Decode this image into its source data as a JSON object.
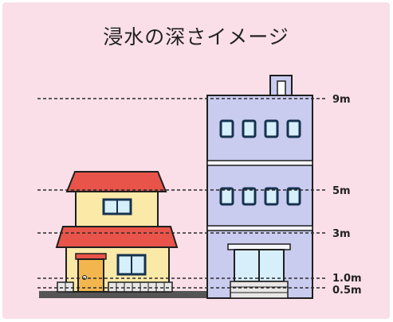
{
  "title": "浸水の深さイメージ",
  "levels": [
    {
      "label": "9m",
      "depth_m": 9
    },
    {
      "label": "5m",
      "depth_m": 5
    },
    {
      "label": "3m",
      "depth_m": 3
    },
    {
      "label": "1.0m",
      "depth_m": 1.0
    },
    {
      "label": "0.5m",
      "depth_m": 0.5
    }
  ],
  "colors": {
    "background": "#fadfe8",
    "roof": "#e8544a",
    "house_wall": "#fbe9a8",
    "building": "#c9cbef",
    "window_frame": "#16324f",
    "window_glass": "#d6effa",
    "door": "#f3b64f",
    "outline": "#1f1f1f"
  }
}
